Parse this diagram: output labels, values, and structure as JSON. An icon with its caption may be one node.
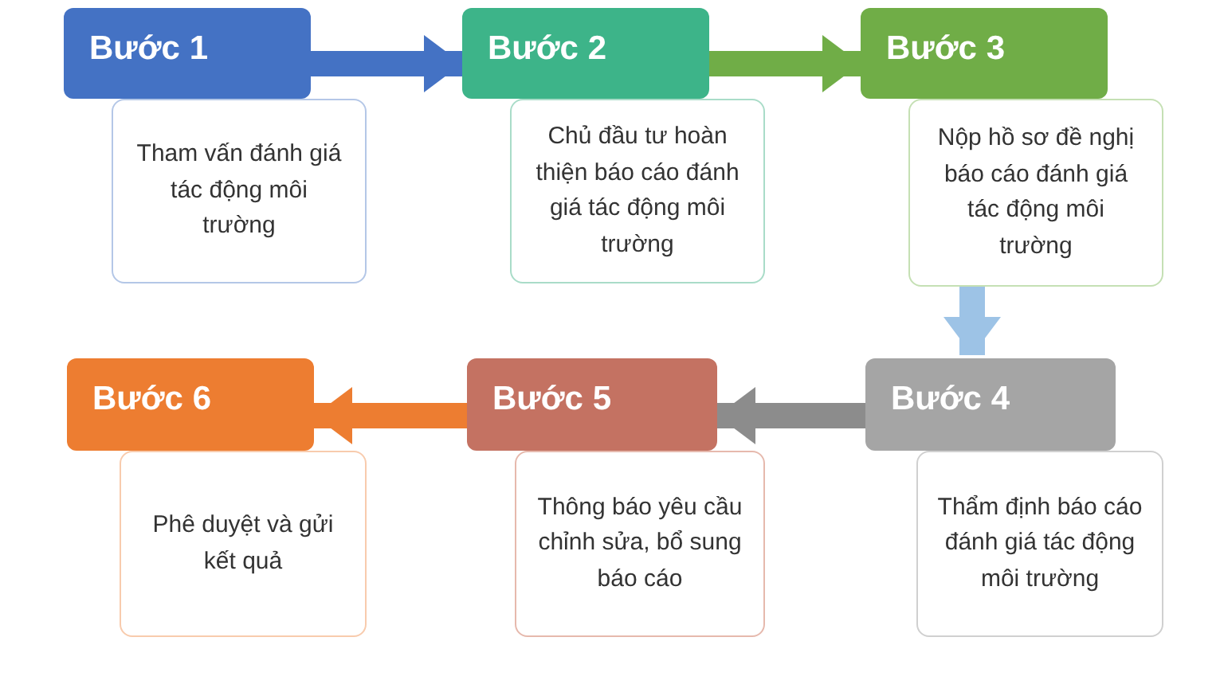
{
  "diagram": {
    "nodes": [
      {
        "text": [
          "Bước 1"
        ]
      },
      {
        "text": [
          "Tham vấn đánh giá tác động môi trường"
        ]
      },
      {
        "text": [
          "Bước 2"
        ]
      },
      {
        "text": [
          "Chủ đầu tư hoàn thiện báo cáo đánh giá tác động môi trường"
        ]
      },
      {
        "text": [
          "Bước 3"
        ]
      },
      {
        "text": [
          "Nộp hồ sơ đề nghị báo cáo đánh giá tác động môi trường"
        ]
      },
      {
        "text": [
          "Bước 4"
        ]
      },
      {
        "text": [
          "Thẩm định báo cáo đánh giá tác động môi trường"
        ]
      },
      {
        "text": [
          "Bước 5"
        ]
      },
      {
        "text": [
          "Thông báo yêu cầu chỉnh sửa, bổ sung báo cáo"
        ]
      },
      {
        "text": [
          "Bước 6"
        ]
      },
      {
        "text": [
          "Phê duyệt và gửi kết quả"
        ]
      }
    ],
    "edges": [
      {
        "from": 0,
        "to": 2,
        "arrow": "to",
        "color": "#4472c4"
      },
      {
        "from": 2,
        "to": 4,
        "arrow": "to",
        "color": "#70ad47"
      },
      {
        "from": 5,
        "to": 6,
        "arrow": "to",
        "color": "#9dc3e6"
      },
      {
        "from": 6,
        "to": 8,
        "arrow": "to",
        "color": "#8c8c8c"
      },
      {
        "from": 8,
        "to": 10,
        "arrow": "to",
        "color": "#ed7d31"
      }
    ]
  }
}
